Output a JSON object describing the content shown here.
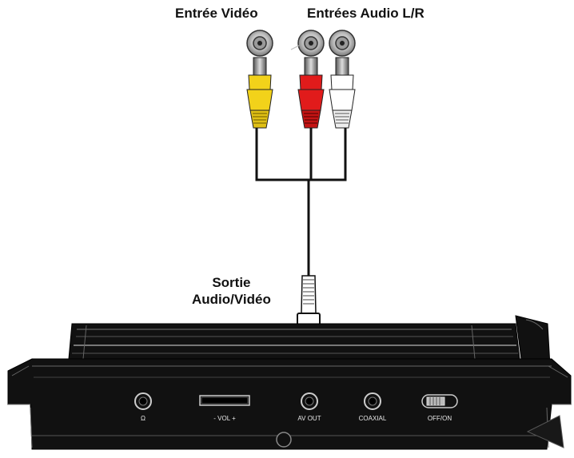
{
  "labels": {
    "video_input": "Entrée Vidéo",
    "audio_inputs": "Entrées Audio L/R",
    "output_line1": "Sortie",
    "output_line2": "Audio/Vidéo"
  },
  "panel": {
    "headphone": "Ω",
    "vol": "-  VOL  +",
    "av_out": "AV OUT",
    "coaxial": "COAXIAL",
    "power": "OFF/ON"
  },
  "colors": {
    "video_plug": "#f2d21a",
    "audio_right_plug": "#e11b1b",
    "audio_left_plug": "#ffffff",
    "device_body": "#111111",
    "cable": "#111111"
  },
  "icons": [
    "rca-jack-icon",
    "headphone-icon"
  ]
}
